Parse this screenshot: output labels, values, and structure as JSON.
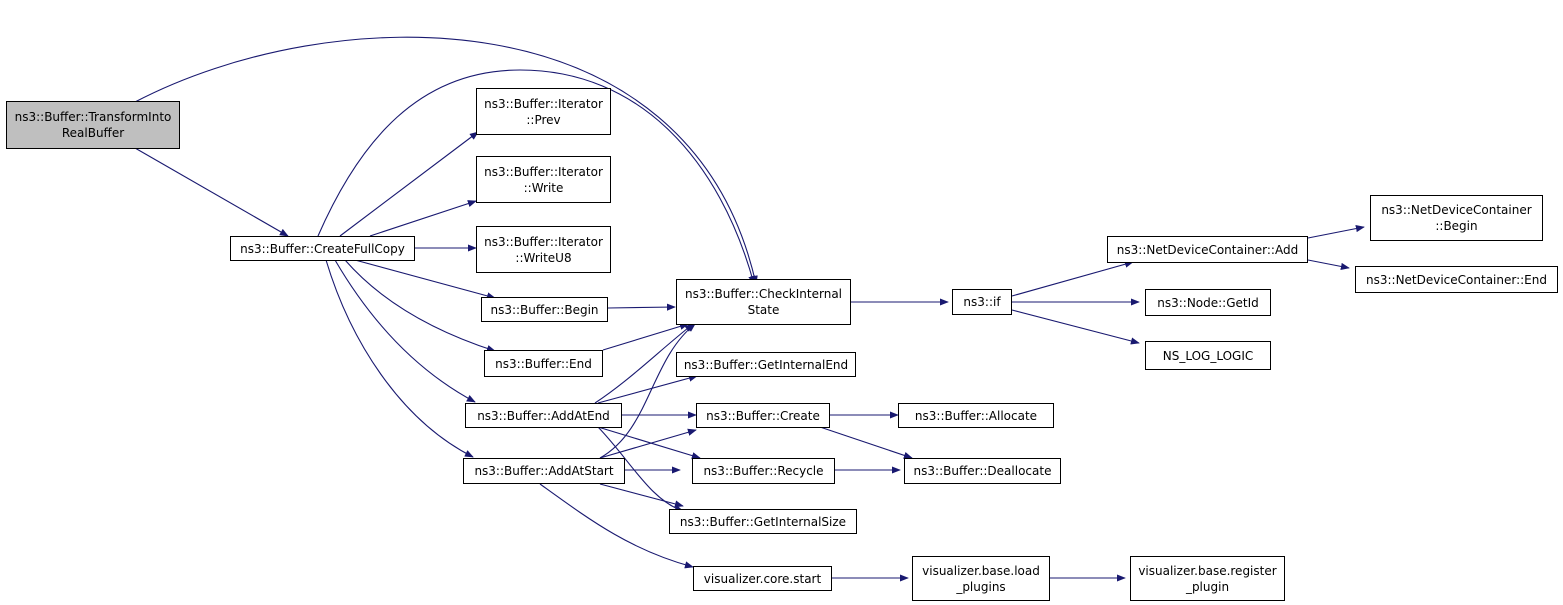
{
  "graph": {
    "nodes": {
      "transform": [
        "ns3::Buffer::TransformInto",
        "RealBuffer"
      ],
      "createFullCopy": [
        "ns3::Buffer::CreateFullCopy"
      ],
      "iterPrev": [
        "ns3::Buffer::Iterator",
        "::Prev"
      ],
      "iterWrite": [
        "ns3::Buffer::Iterator",
        "::Write"
      ],
      "iterWriteU8": [
        "ns3::Buffer::Iterator",
        "::WriteU8"
      ],
      "checkInternal": [
        "ns3::Buffer::CheckInternal",
        "State"
      ],
      "begin": [
        "ns3::Buffer::Begin"
      ],
      "end": [
        "ns3::Buffer::End"
      ],
      "getInternalEnd": [
        "ns3::Buffer::GetInternalEnd"
      ],
      "addAtEnd": [
        "ns3::Buffer::AddAtEnd"
      ],
      "create": [
        "ns3::Buffer::Create"
      ],
      "allocate": [
        "ns3::Buffer::Allocate"
      ],
      "addAtStart": [
        "ns3::Buffer::AddAtStart"
      ],
      "recycle": [
        "ns3::Buffer::Recycle"
      ],
      "deallocate": [
        "ns3::Buffer::Deallocate"
      ],
      "getInternalSize": [
        "ns3::Buffer::GetInternalSize"
      ],
      "vizCoreStart": [
        "visualizer.core.start"
      ],
      "vizLoadPlugins": [
        "visualizer.base.load",
        "_plugins"
      ],
      "vizRegisterPlugin": [
        "visualizer.base.register",
        "_plugin"
      ],
      "ns3if": [
        "ns3::if"
      ],
      "ndcAdd": [
        "ns3::NetDeviceContainer::Add"
      ],
      "ndcBegin": [
        "ns3::NetDeviceContainer",
        "::Begin"
      ],
      "ndcEnd": [
        "ns3::NetDeviceContainer::End"
      ],
      "nodeGetId": [
        "ns3::Node::GetId"
      ],
      "nsLogLogic": [
        "NS_LOG_LOGIC"
      ]
    },
    "edges": [
      [
        "transform",
        "createFullCopy"
      ],
      [
        "transform",
        "checkInternal"
      ],
      [
        "createFullCopy",
        "iterPrev"
      ],
      [
        "createFullCopy",
        "iterWrite"
      ],
      [
        "createFullCopy",
        "iterWriteU8"
      ],
      [
        "createFullCopy",
        "checkInternal"
      ],
      [
        "createFullCopy",
        "begin"
      ],
      [
        "createFullCopy",
        "end"
      ],
      [
        "createFullCopy",
        "addAtEnd"
      ],
      [
        "createFullCopy",
        "addAtStart"
      ],
      [
        "begin",
        "checkInternal"
      ],
      [
        "end",
        "checkInternal"
      ],
      [
        "addAtEnd",
        "checkInternal"
      ],
      [
        "addAtEnd",
        "getInternalEnd"
      ],
      [
        "addAtEnd",
        "create"
      ],
      [
        "addAtEnd",
        "recycle"
      ],
      [
        "addAtEnd",
        "getInternalSize"
      ],
      [
        "addAtStart",
        "checkInternal"
      ],
      [
        "addAtStart",
        "create"
      ],
      [
        "addAtStart",
        "recycle"
      ],
      [
        "addAtStart",
        "getInternalSize"
      ],
      [
        "addAtStart",
        "vizCoreStart"
      ],
      [
        "create",
        "allocate"
      ],
      [
        "create",
        "deallocate"
      ],
      [
        "recycle",
        "deallocate"
      ],
      [
        "vizCoreStart",
        "vizLoadPlugins"
      ],
      [
        "vizLoadPlugins",
        "vizRegisterPlugin"
      ],
      [
        "checkInternal",
        "ns3if"
      ],
      [
        "ns3if",
        "ndcAdd"
      ],
      [
        "ns3if",
        "nodeGetId"
      ],
      [
        "ns3if",
        "nsLogLogic"
      ],
      [
        "ndcAdd",
        "ndcBegin"
      ],
      [
        "ndcAdd",
        "ndcEnd"
      ]
    ],
    "colors": {
      "edge": "#191970",
      "root_fill": "#bfbfbf",
      "node_fill": "#ffffff",
      "border": "#000000"
    }
  }
}
